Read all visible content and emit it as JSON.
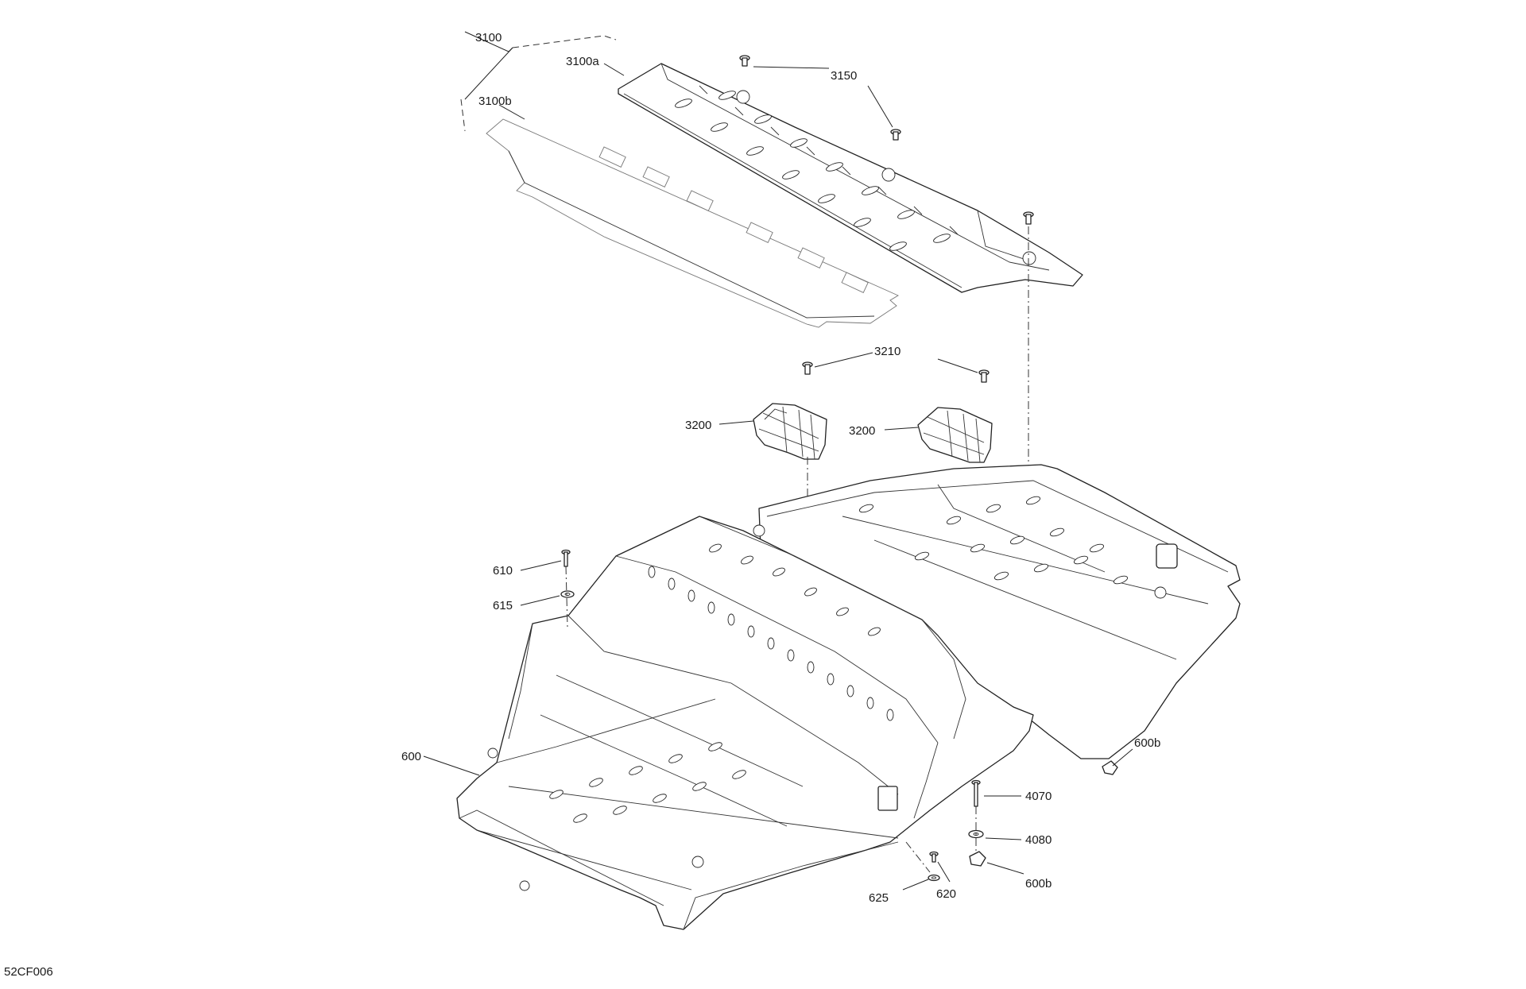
{
  "drawing_code": "52CF006",
  "callouts": {
    "c3100": "3100",
    "c3100a": "3100a",
    "c3100b": "3100b",
    "c3150": "3150",
    "c3210": "3210",
    "c3200_left": "3200",
    "c3200_right": "3200",
    "c610": "610",
    "c615": "615",
    "c600": "600",
    "c600b_right": "600b",
    "c4070": "4070",
    "c4080": "4080",
    "c600b_bottom": "600b",
    "c625": "625",
    "c620": "620"
  }
}
